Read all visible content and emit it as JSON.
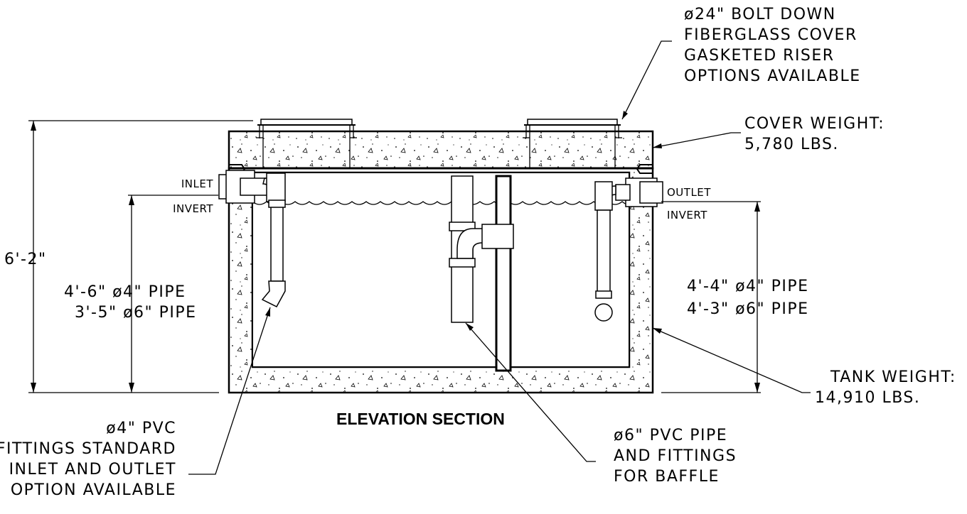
{
  "title": "ELEVATION SECTION",
  "dimensions": {
    "overall_height": "6'-2\"",
    "inlet_lines": [
      "4'-6\"  ø4\"  PIPE",
      "3'-5\"  ø6\"  PIPE"
    ],
    "outlet_lines": [
      "4'-4\"  ø4\"  PIPE",
      "4'-3\"  ø6\"  PIPE"
    ]
  },
  "labels": {
    "inlet_invert": [
      "INLET",
      "INVERT"
    ],
    "outlet_invert": [
      "OUTLET",
      "INVERT"
    ]
  },
  "callouts": {
    "cover_spec": [
      "ø24\" BOLT DOWN",
      "FIBERGLASS COVER",
      "GASKETED RISER",
      "OPTIONS AVAILABLE"
    ],
    "cover_weight": [
      "COVER WEIGHT:",
      "5,780 LBS."
    ],
    "tank_weight": [
      "TANK WEIGHT:",
      "14,910 LBS."
    ],
    "baffle_pipe": [
      "ø6\" PVC PIPE",
      "AND FITTINGS",
      "FOR BAFFLE"
    ],
    "inlet_outlet_pvc": [
      "ø4\" PVC",
      "FITTINGS STANDARD",
      "INLET AND OUTLET",
      "OPTION AVAILABLE"
    ]
  }
}
